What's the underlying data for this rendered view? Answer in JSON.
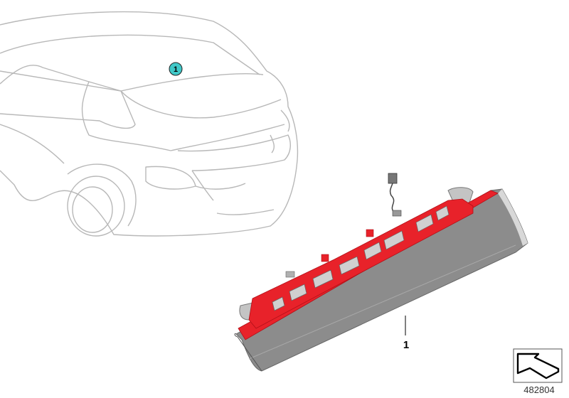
{
  "diagram": {
    "callouts": [
      {
        "label": "1",
        "style": "circle",
        "color": "#40c8c8"
      }
    ],
    "part_labels": [
      {
        "label": "1"
      }
    ],
    "diagram_number": "482804",
    "icons": [
      "car-outline",
      "third-brake-light",
      "orientation-arrow-icon"
    ],
    "colors": {
      "outline": "#b8b8b8",
      "housing_red": "#e8222a",
      "lens_gray": "#8a8a8a",
      "callout_fill": "#40c8c8"
    }
  }
}
